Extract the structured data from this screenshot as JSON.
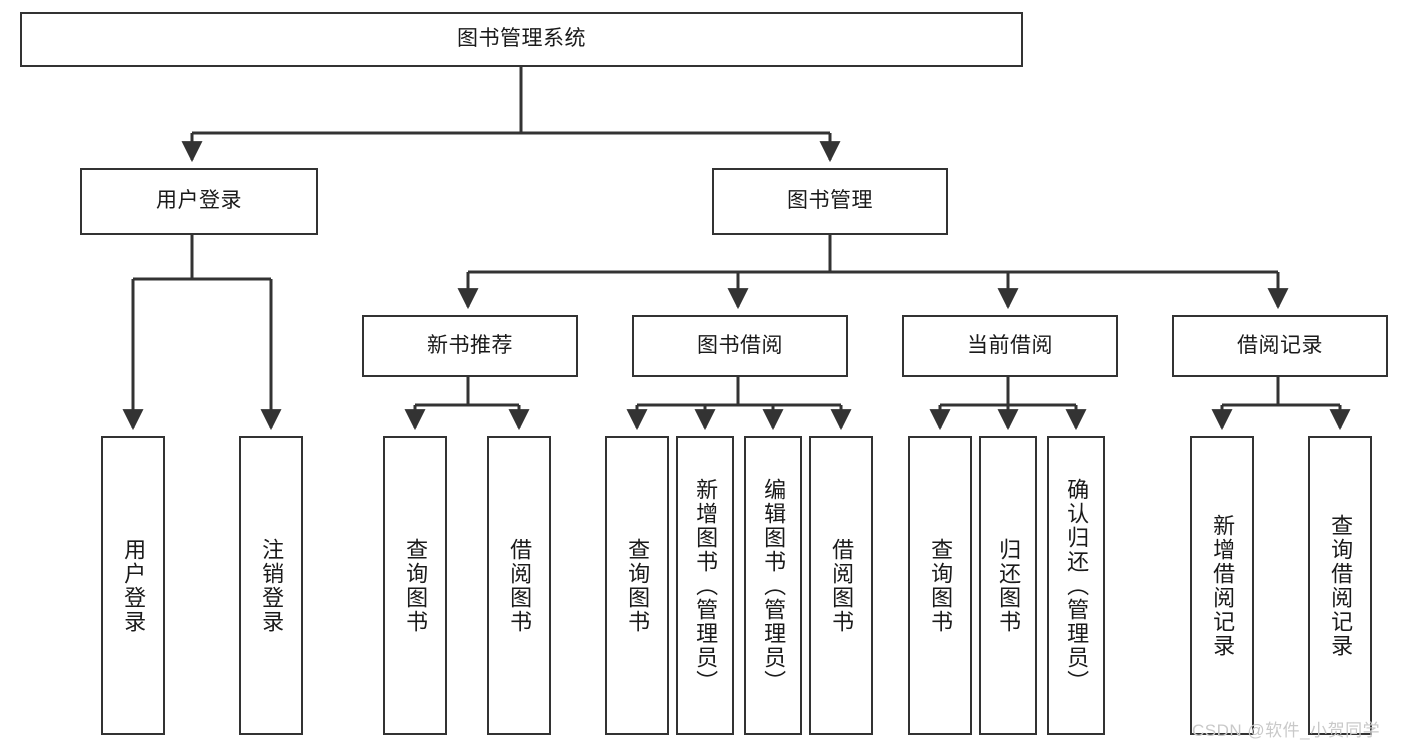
{
  "diagram": {
    "title": "图书管理系统",
    "type": "tree-hierarchy-diagram",
    "colors": {
      "box_border": "#333333",
      "box_fill": "#ffffff",
      "edge": "#333333",
      "text": "#1a1a1a",
      "watermark": "#c9c9c9",
      "background": "#ffffff"
    },
    "nodes": {
      "root": {
        "label": "图书管理系统"
      },
      "level2": [
        {
          "id": "user-login",
          "label": "用户登录"
        },
        {
          "id": "book-management",
          "label": "图书管理"
        }
      ],
      "level3": [
        {
          "id": "new-book-recommend",
          "label": "新书推荐"
        },
        {
          "id": "book-borrow",
          "label": "图书借阅"
        },
        {
          "id": "current-borrow",
          "label": "当前借阅"
        },
        {
          "id": "borrow-record",
          "label": "借阅记录"
        }
      ],
      "leaves": {
        "user_login": [
          {
            "id": "leaf-user-login",
            "label": "用户登录"
          },
          {
            "id": "leaf-logout",
            "label": "注销登录"
          }
        ],
        "new_book_recommend": [
          {
            "id": "leaf-query-book-1",
            "label": "查询图书"
          },
          {
            "id": "leaf-borrow-book-1",
            "label": "借阅图书"
          }
        ],
        "book_borrow": [
          {
            "id": "leaf-query-book-2",
            "label": "查询图书"
          },
          {
            "id": "leaf-add-book",
            "label": "新增图书（管理员）"
          },
          {
            "id": "leaf-edit-book",
            "label": "编辑图书（管理员）"
          },
          {
            "id": "leaf-borrow-book-2",
            "label": "借阅图书"
          }
        ],
        "current_borrow": [
          {
            "id": "leaf-query-book-3",
            "label": "查询图书"
          },
          {
            "id": "leaf-return-book",
            "label": "归还图书"
          },
          {
            "id": "leaf-confirm-return",
            "label": "确认归还（管理员）"
          }
        ],
        "borrow_record": [
          {
            "id": "leaf-add-record",
            "label": "新增借阅记录"
          },
          {
            "id": "leaf-query-record",
            "label": "查询借阅记录"
          }
        ]
      }
    },
    "watermark": "CSDN @软件_小贺同学"
  }
}
